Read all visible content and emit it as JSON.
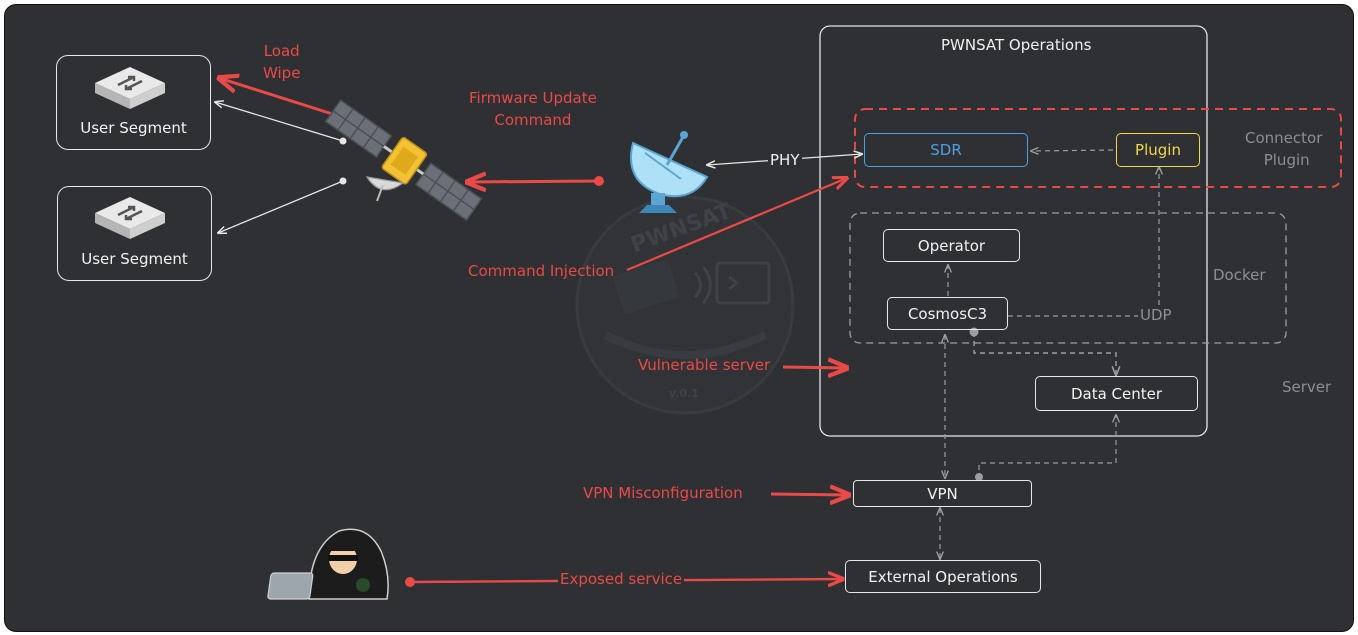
{
  "user_segments": [
    {
      "label": "User Segment"
    },
    {
      "label": "User Segment"
    }
  ],
  "attacks": {
    "load": "Load",
    "wipe": "Wipe",
    "firmware_line1": "Firmware Update",
    "firmware_line2": "Command",
    "command_injection": "Command Injection",
    "vulnerable_server": "Vulnerable server",
    "vpn_misconfiguration": "VPN Misconfiguration",
    "exposed_service": "Exposed service"
  },
  "links": {
    "phy": "PHY",
    "udp": "UDP"
  },
  "operations": {
    "title": "PWNSAT Operations",
    "sdr": "SDR",
    "plugin": "Plugin",
    "connector_line1": "Connector",
    "connector_line2": "Plugin",
    "docker": "Docker",
    "operator": "Operator",
    "cosmos": "CosmosC3",
    "data_center": "Data Center",
    "server": "Server"
  },
  "network": {
    "vpn": "VPN",
    "external_operations": "External Operations"
  },
  "watermark": {
    "name": "PWNSAT",
    "version": "v.0.1"
  },
  "colors": {
    "attack": "#ea4a47",
    "sdr": "#4ea0e6",
    "plugin": "#f2d648",
    "background": "#2e3033"
  }
}
